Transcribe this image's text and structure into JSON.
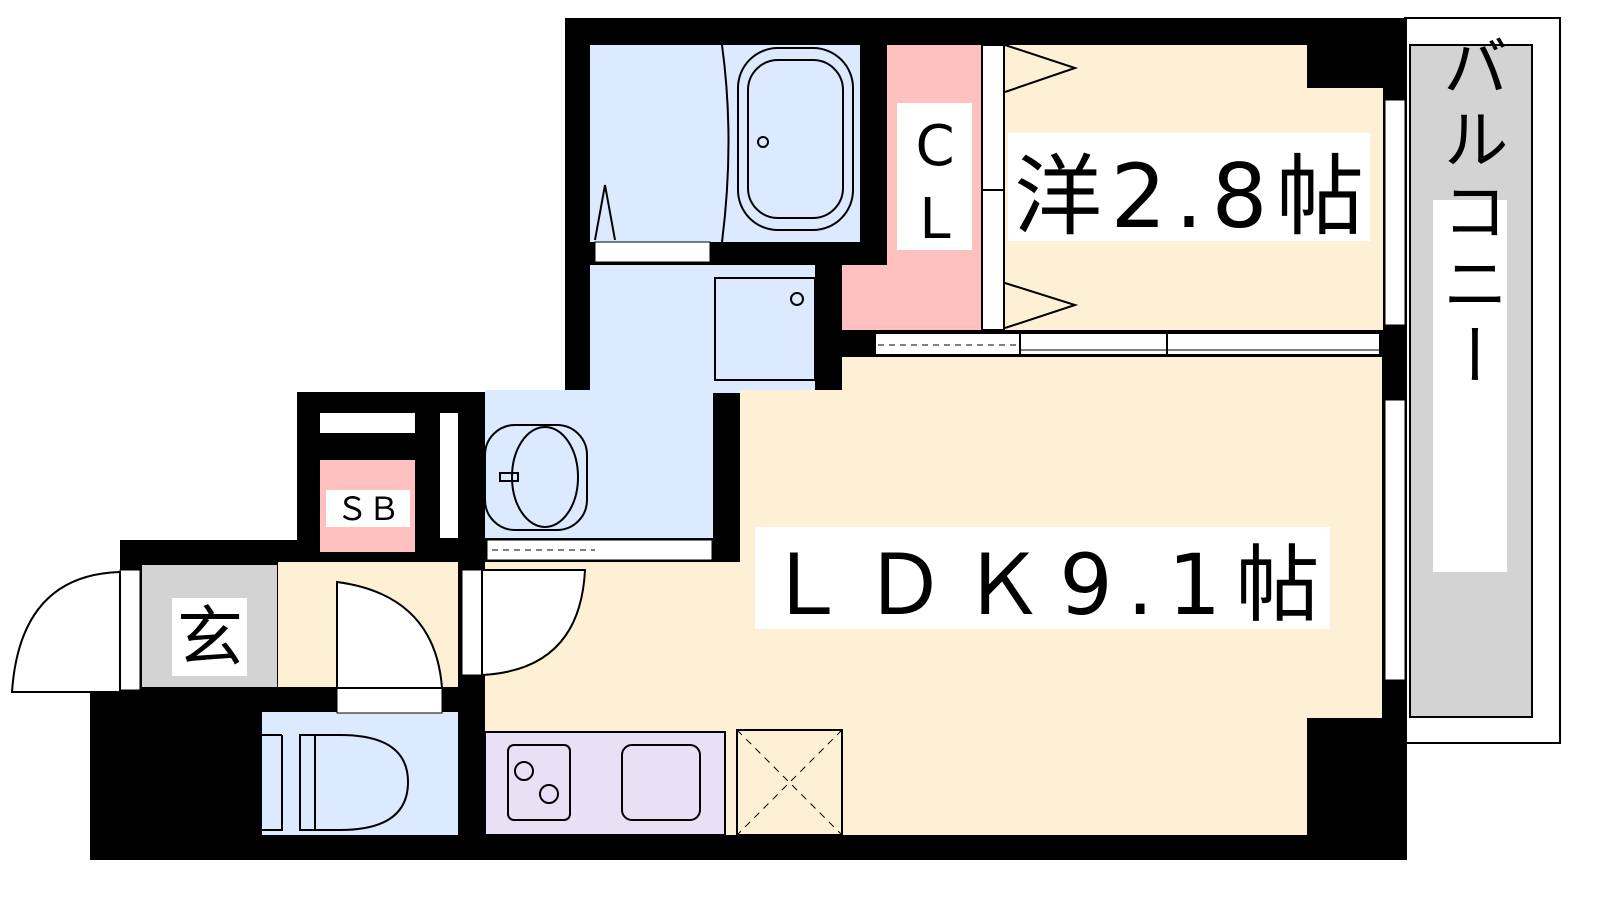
{
  "rooms": {
    "western": "洋2.8帖",
    "ldk": "ＬＤＫ9.1帖",
    "closet_c": "C",
    "closet_l": "L",
    "shoe_box": "ＳＢ",
    "entrance": "玄",
    "balcony": "バルコニー"
  },
  "colors": {
    "wall": "#000000",
    "wet_area": "#dbeaff",
    "living": "#fdf0d5",
    "storage": "#ffc0c0",
    "entrance": "#d3d3d3",
    "kitchen": "#ebdff5",
    "balcony": "#d3d3d3"
  }
}
